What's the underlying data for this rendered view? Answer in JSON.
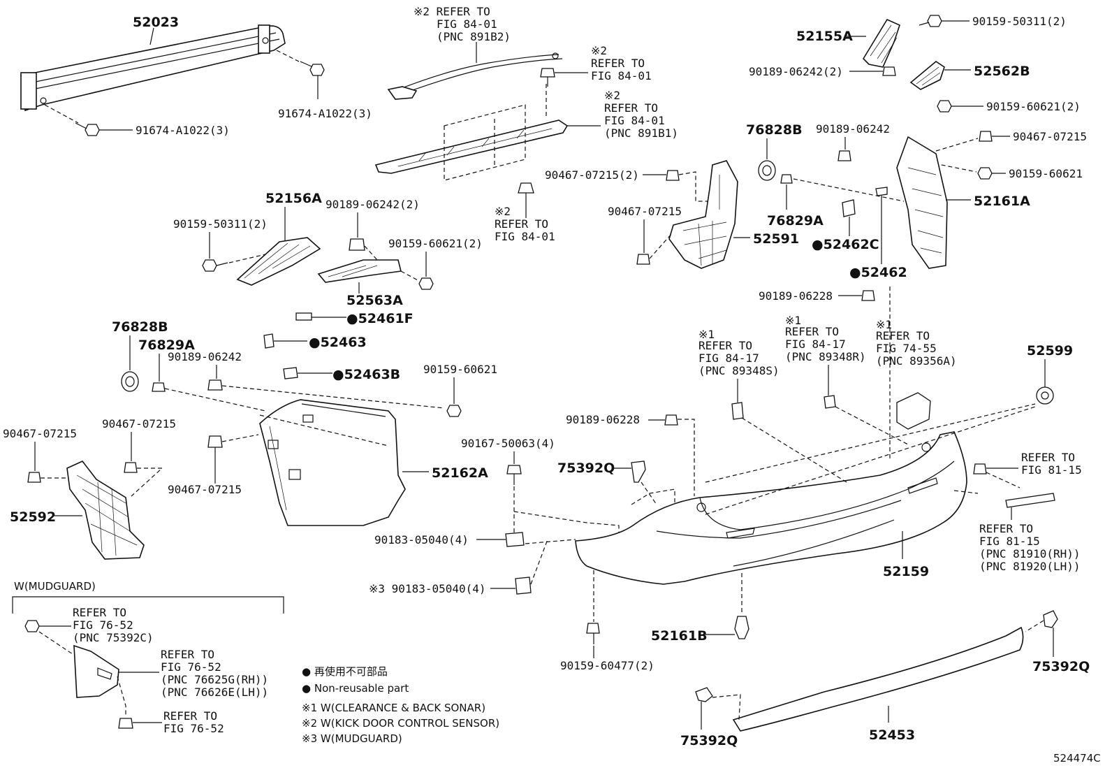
{
  "diagram_id": "524474C",
  "refs": {
    "r1": "※2 REFER TO",
    "r1b": "FIG 84-01",
    "r1c": "(PNC 891B2)",
    "r2": "※2",
    "r2b": "REFER TO",
    "r2c": "FIG 84-01",
    "r3": "※2",
    "r3b": "REFER TO",
    "r3c": "FIG 84-01",
    "r3d": "(PNC 891B1)",
    "r4": "※2",
    "r4b": "REFER TO",
    "r4c": "FIG 84-01",
    "r5": "※1",
    "r5b": "REFER TO",
    "r5c": "FIG 84-17",
    "r5d": "(PNC 89348S)",
    "r6": "※1",
    "r6b": "REFER TO",
    "r6c": "FIG 84-17",
    "r6d": "(PNC 89348R)",
    "r7": "※1",
    "r7b": "REFER TO",
    "r7c": "FIG 74-55",
    "r7d": "(PNC 89356A)",
    "r8": "REFER TO",
    "r8b": "FIG 81-15",
    "r9": "REFER TO",
    "r9b": "FIG 81-15",
    "r9c": "(PNC 81910(RH))",
    "r9d": "(PNC 81920(LH))",
    "r10": "REFER TO",
    "r10b": "FIG 76-52",
    "r10c": "(PNC 75392C)",
    "r11": "REFER TO",
    "r11b": "FIG 76-52",
    "r11c": "(PNC 76625G(RH))",
    "r11d": "(PNC 76626E(LH))",
    "r12": "REFER TO",
    "r12b": "FIG 76-52"
  },
  "parts": {
    "p52023": "52023",
    "p91674a": "91674-A1022(3)",
    "p91674b": "91674-A1022(3)",
    "p52155A": "52155A",
    "p90159_50311_2a": "90159-50311(2)",
    "p90189_06242_2a": "90189-06242(2)",
    "p52562B": "52562B",
    "p90159_60621_2a": "90159-60621(2)",
    "p76828B_a": "76828B",
    "p90189_06242_a": "90189-06242",
    "p90467_07215_a": "90467-07215",
    "p90467_07215_2": "90467-07215(2)",
    "p90159_60621_a": "90159-60621",
    "p52161A": "52161A",
    "p90467_07215_b": "90467-07215",
    "p76829A_a": "76829A",
    "p52591": "52591",
    "p52462C": "●52462C",
    "p52462": "●52462",
    "p90189_06228_a": "90189-06228",
    "p52156A": "52156A",
    "p90189_06242_2b": "90189-06242(2)",
    "p90159_50311_2b": "90159-50311(2)",
    "p90159_60621_2b": "90159-60621(2)",
    "p52563A": "52563A",
    "p52461F": "●52461F",
    "p52463": "●52463",
    "p52463B": "●52463B",
    "p76828B_b": "76828B",
    "p76829A_b": "76829A",
    "p90189_06242_b": "90189-06242",
    "p90159_60621_b": "90159-60621",
    "p90467_07215_c": "90467-07215",
    "p90467_07215_d": "90467-07215",
    "p90467_07215_e": "90467-07215",
    "p52592": "52592",
    "p52162A": "52162A",
    "p90167": "90167-50063(4)",
    "p75392Q_a": "75392Q",
    "p90189_06228_b": "90189-06228",
    "p52599": "52599",
    "p90183a": "90183-05040(4)",
    "p90183b": "※3 90183-05040(4)",
    "p52159": "52159",
    "p52161B": "52161B",
    "p90159_60477": "90159-60477(2)",
    "p75392Q_b": "75392Q",
    "p75392Q_c": "75392Q",
    "p52453": "52453"
  },
  "inset": {
    "title": "W(MUDGUARD)"
  },
  "legend": {
    "l1": "● 再使用不可部品",
    "l2": "● Non-reusable part",
    "l3": "※1 W(CLEARANCE & BACK SONAR)",
    "l4": "※2 W(KICK DOOR CONTROL SENSOR)",
    "l5": "※3 W(MUDGUARD)"
  }
}
